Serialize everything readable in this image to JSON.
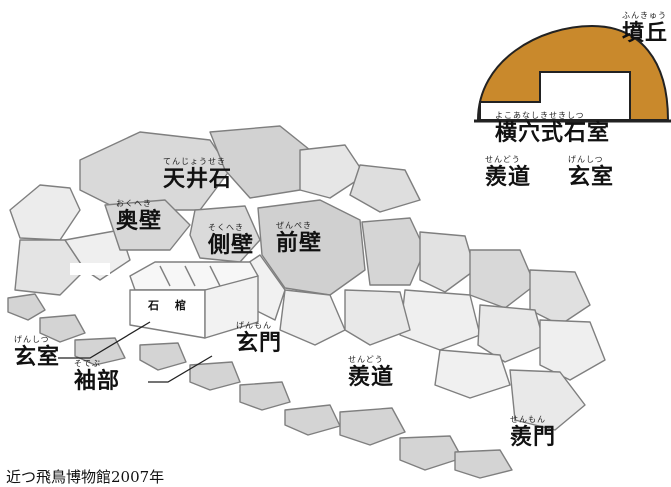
{
  "mound_inset": {
    "funkyu": {
      "ruby": "ふんきゅう",
      "label": "墳丘"
    },
    "yokoana": {
      "ruby": "よこあなしきせきしつ",
      "label": "横穴式石室"
    },
    "sendo": {
      "ruby": "せんどう",
      "label": "羨道"
    },
    "genshitsu": {
      "ruby": "げんしつ",
      "label": "玄室"
    }
  },
  "main_diagram": {
    "tenjoseki": {
      "ruby": "てんじょうせき",
      "label": "天井石"
    },
    "okuheki": {
      "ruby": "おくへき",
      "label": "奥壁"
    },
    "sokuheki": {
      "ruby": "そくへき",
      "label": "側壁"
    },
    "zenpeki": {
      "ruby": "ぜんぺき",
      "label": "前壁"
    },
    "sekkan": {
      "label": "石 棺"
    },
    "genmon": {
      "ruby": "げんもん",
      "label": "玄門"
    },
    "genshitsu": {
      "ruby": "げんしつ",
      "label": "玄室"
    },
    "sodebu": {
      "ruby": "そでぶ",
      "label": "袖部"
    },
    "sendo": {
      "ruby": "せんどう",
      "label": "羨道"
    },
    "senmon": {
      "ruby": "せんもん",
      "label": "羨門"
    }
  },
  "credit": "近つ飛鳥博物館2007年",
  "colors": {
    "mound": "#c9892c",
    "stone": "#d6d6d6",
    "stone_light": "#e9e9e9",
    "outline": "#7f7f7f",
    "ink": "#111111"
  }
}
